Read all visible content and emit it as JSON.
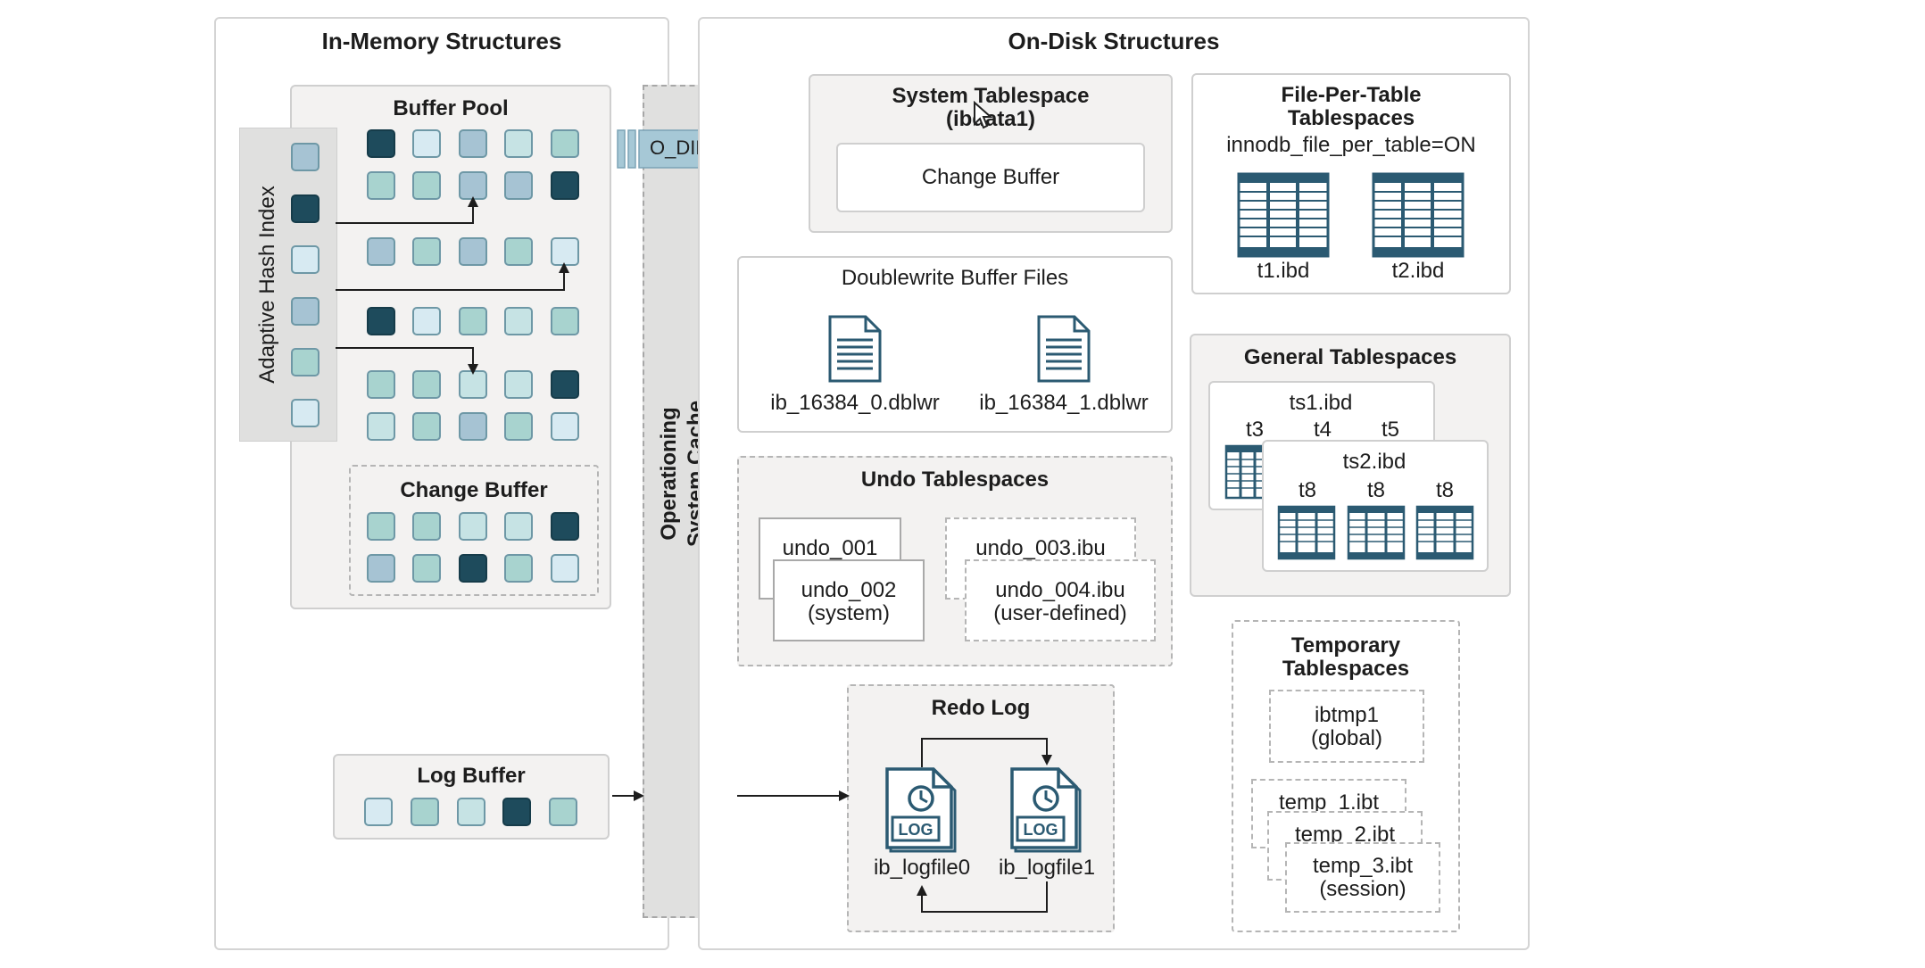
{
  "in_memory": {
    "title": "In-Memory Structures",
    "buffer_pool": "Buffer Pool",
    "adaptive_hash_index": "Adaptive Hash Index",
    "change_buffer": "Change Buffer",
    "log_buffer": "Log Buffer"
  },
  "os_cache": {
    "line1": "Operationing",
    "line2": "System Cache",
    "o_direct": "O_DIRECT"
  },
  "on_disk": {
    "title": "On-Disk Structures",
    "system_tablespace": {
      "title_line1": "System Tablespace",
      "title_line2": "(ibdata1)",
      "change_buffer": "Change Buffer"
    },
    "file_per_table": {
      "title_line1": "File-Per-Table",
      "title_line2": "Tablespaces",
      "setting": "innodb_file_per_table=ON",
      "files": [
        "t1.ibd",
        "t2.ibd"
      ]
    },
    "doublewrite": {
      "title": "Doublewrite Buffer Files",
      "files": [
        "ib_16384_0.dblwr",
        "ib_16384_1.dblwr"
      ]
    },
    "general": {
      "title": "General Tablespaces",
      "ts1": "ts1.ibd",
      "ts1_tables": [
        "t3",
        "t4",
        "t5"
      ],
      "ts2": "ts2.ibd",
      "ts2_tables": [
        "t8",
        "t8",
        "t8"
      ]
    },
    "undo": {
      "title": "Undo Tablespaces",
      "undo_001": "undo_001",
      "undo_002_line1": "undo_002",
      "undo_002_line2": "(system)",
      "undo_003": "undo_003.ibu",
      "undo_004_line1": "undo_004.ibu",
      "undo_004_line2": "(user-defined)"
    },
    "temporary": {
      "title_line1": "Temporary",
      "title_line2": "Tablespaces",
      "ibtmp1_line1": "ibtmp1",
      "ibtmp1_line2": "(global)",
      "temp_1": "temp_1.ibt",
      "temp_2": "temp_2.ibt",
      "temp_3_line1": "temp_3.ibt",
      "temp_3_line2": "(session)"
    },
    "redo": {
      "title": "Redo Log",
      "icon_label": "LOG",
      "files": [
        "ib_logfile0",
        "ib_logfile1"
      ]
    }
  },
  "colors": {
    "dark_page": "#1e4b5c",
    "light_page": "#d7eaf2",
    "teal_page": "#a8d3cf",
    "blue_page": "#a6c3d3",
    "arrow_fill": "#a6c8d6",
    "icon_blue": "#2b5a72"
  }
}
